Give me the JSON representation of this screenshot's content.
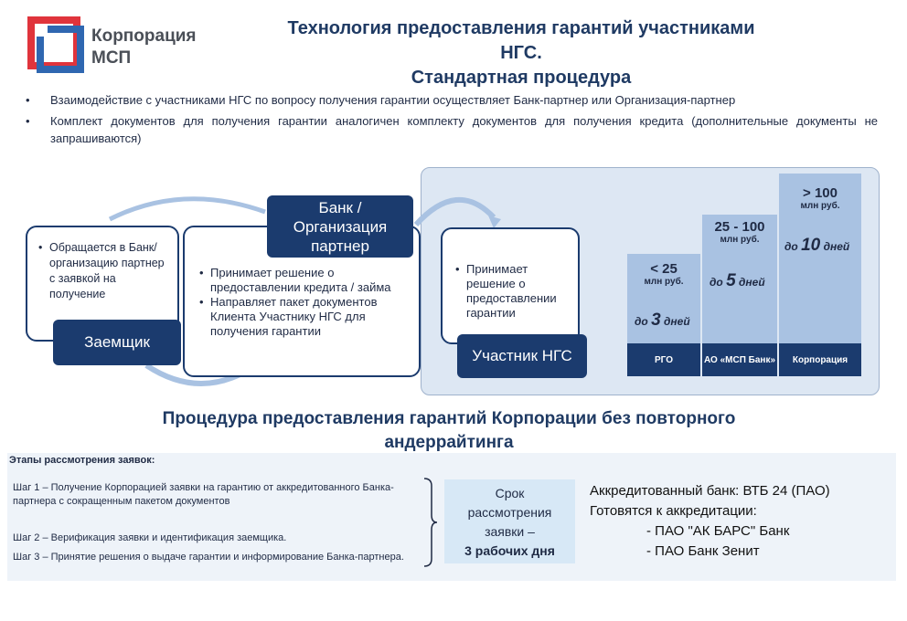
{
  "logo": {
    "line1": "Корпорация",
    "line2": "МСП"
  },
  "title": {
    "line1": "Технология предоставления гарантий участниками",
    "line2": "НГС.",
    "line3": "Стандартная процедура"
  },
  "bullets": [
    "Взаимодействие с участниками НГС по вопросу получения гарантии осуществляет Банк-партнер или Организация-партнер",
    "Комплект документов для получения гарантии аналогичен комплекту документов для получения кредита (дополнительные документы не запрашиваются)"
  ],
  "flow": {
    "borrower": {
      "text": "Обращается в Банк/организацию партнер с заявкой на получение",
      "tag": "Заемщик"
    },
    "bank": {
      "tag": "Банк / Организация партнер",
      "items": [
        "Принимает решение о предоставлении кредита / займа",
        "Направляет пакет документов Клиента Участнику НГС для получения гарантии"
      ]
    },
    "participant": {
      "text": "Принимает решение о предоставлении гарантии",
      "tag": "Участник НГС"
    }
  },
  "tiers": [
    {
      "amount": "< 25",
      "unit": "млн руб.",
      "term_prefix": "до",
      "term_num": "3",
      "term_suffix": "дней",
      "org": "РГО"
    },
    {
      "amount": "25 - 100",
      "unit": "млн руб.",
      "term_prefix": "до",
      "term_num": "5",
      "term_suffix": "дней",
      "org": "АО «МСП Банк»"
    },
    {
      "amount": "> 100",
      "unit": "млн руб.",
      "term_prefix": "до",
      "term_num": "10",
      "term_suffix": "дней",
      "org": "Корпорация"
    }
  ],
  "bottom": {
    "subtitle_line1": "Процедура предоставления гарантий Корпорации без повторного",
    "subtitle_line2": "андеррайтинга",
    "steps_heading": "Этапы рассмотрения заявок:",
    "steps": [
      "Шаг 1 – Получение Корпорацией заявки на гарантию от аккредитованного Банка-партнера с сокращенным пакетом документов",
      "Шаг 2 – Верификация заявки и идентификация заемщика.",
      "Шаг 3 – Принятие решения о выдаче гарантии и информирование Банка-партнера."
    ],
    "term_box": {
      "line1": "Срок",
      "line2": "рассмотрения",
      "line3": "заявки –",
      "line4": "3 рабочих дня"
    },
    "accreditation": {
      "line1": "Аккредитованный банк: ВТБ 24 (ПАО)",
      "line2": "Готовятся к аккредитации:",
      "line3": "- ПАО \"АК БАРС\" Банк",
      "line4": "- ПАО Банк Зенит"
    }
  },
  "colors": {
    "navy": "#1b3b6e",
    "bar": "#a9c2e2",
    "panel": "#dde7f3",
    "logo_red": "#e0343c",
    "logo_blue": "#2f67b1"
  }
}
